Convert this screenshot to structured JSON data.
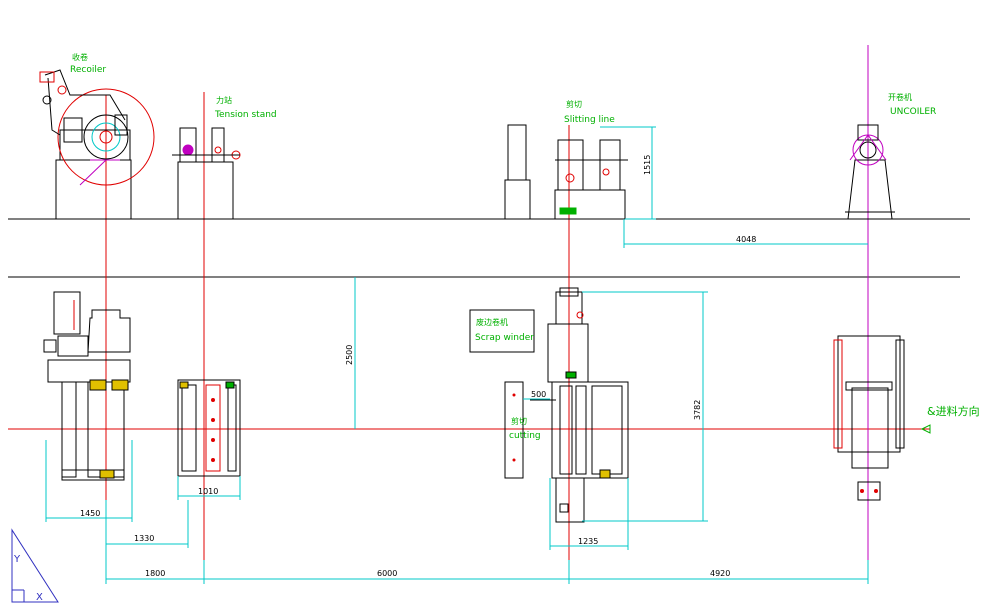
{
  "colors": {
    "equipment": "#000000",
    "dimension": "#00c8c8",
    "centerline": "#e00000",
    "magenta": "#c000c0",
    "label": "#00b000",
    "ucs": "#3030c0"
  },
  "labels": {
    "recoiler_cn": "收卷",
    "recoiler_en": "Recoiler",
    "tension_cn": "力站",
    "tension_en": "Tension stand",
    "slitting_cn": "剪切",
    "slitting_en": "Slitting line",
    "uncoiler_cn": "开卷机",
    "uncoiler_en": "UNCOILER",
    "scrap_cn": "废边卷机",
    "scrap_en": "Scrap winder",
    "cutting_cn": "剪切",
    "cutting_en": "cutting",
    "feed_direction": "&进料方向"
  },
  "dimensions": {
    "d1515": "1515",
    "d4048": "4048",
    "d2500": "2500",
    "d500": "500",
    "d3782": "3782",
    "d1450": "1450",
    "d1010": "1010",
    "d1330": "1330",
    "d1235": "1235",
    "d1800": "1800",
    "d6000": "6000",
    "d4920": "4920"
  },
  "ucs": {
    "y": "Y",
    "x": "X"
  }
}
